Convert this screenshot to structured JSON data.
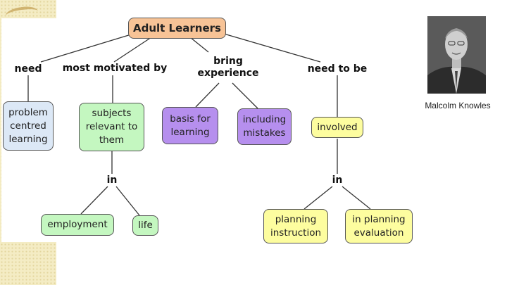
{
  "root": {
    "label": "Adult Learners"
  },
  "links": {
    "need": "need",
    "most_motivated_by": "most motivated by",
    "bring_experience": "bring\nexperience",
    "need_to_be": "need to be",
    "in_left": "in",
    "in_right": "in"
  },
  "nodes": {
    "problem_centred": "problem\ncentred\nlearning",
    "subjects": "subjects\nrelevant to\nthem",
    "basis": "basis for\nlearning",
    "mistakes": "including\nmistakes",
    "involved": "involved",
    "employment": "employment",
    "life": "life",
    "planning_instruction": "planning\ninstruction",
    "planning_evaluation": "in planning\nevaluation"
  },
  "photo": {
    "caption": "Malcolm Knowles"
  },
  "colors": {
    "orange": "#f7c396",
    "blue": "#dce8f6",
    "green": "#c4f7c0",
    "purple": "#b68fee",
    "yellow": "#fdfd9f"
  }
}
